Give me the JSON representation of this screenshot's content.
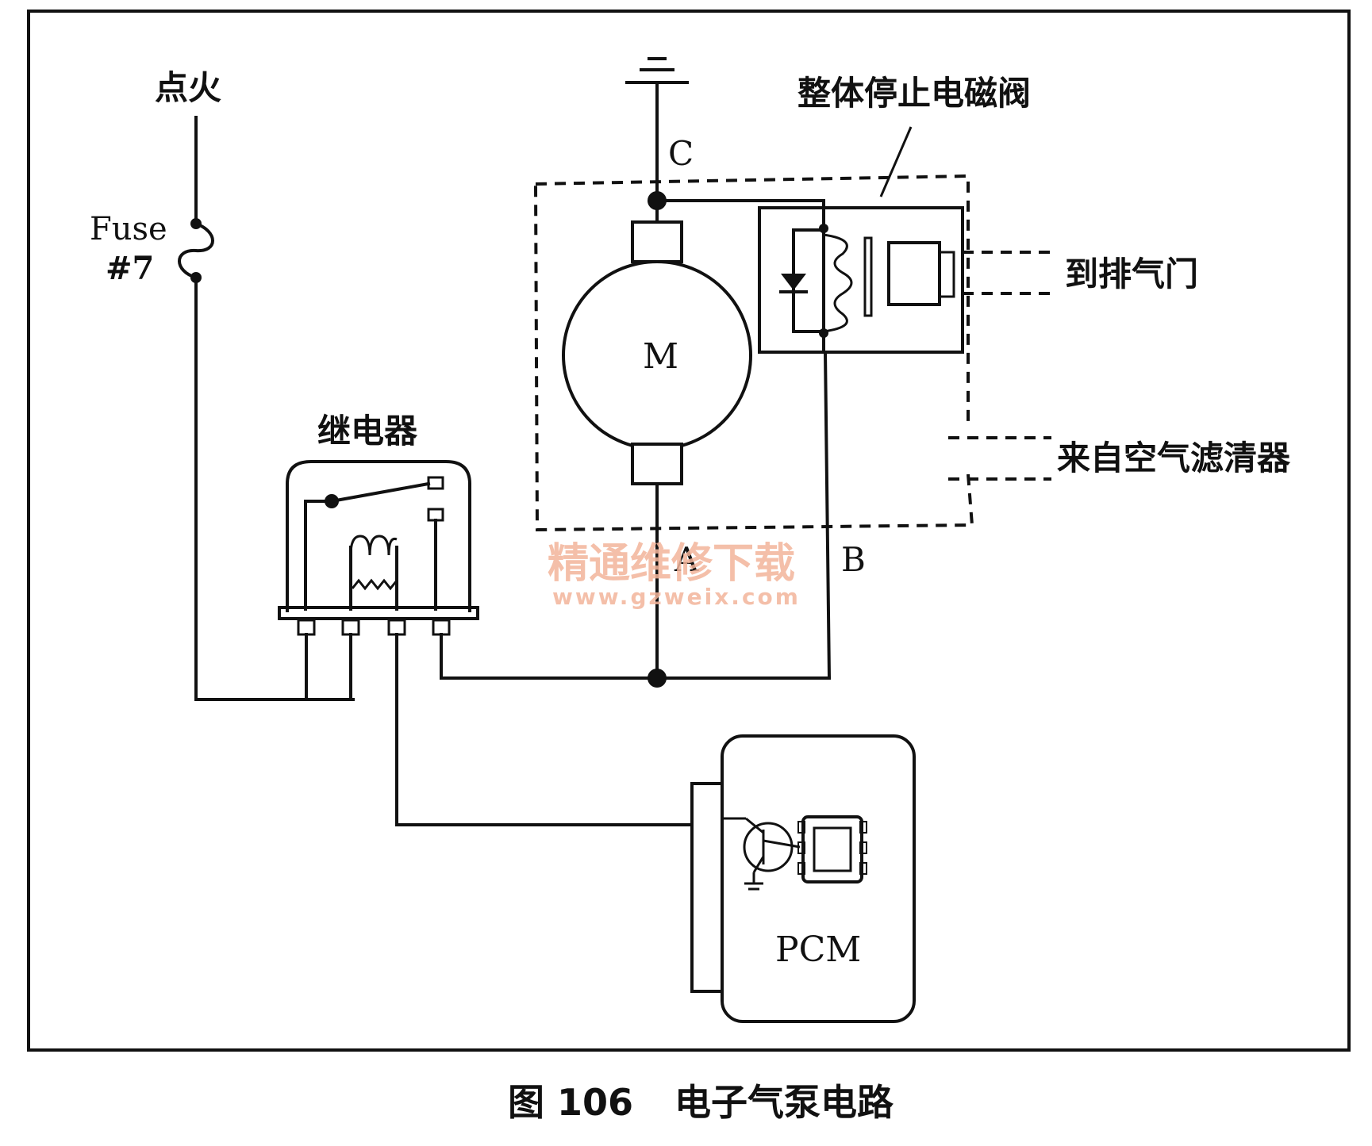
{
  "labels": {
    "ignition": "点火",
    "fuse_name": "Fuse",
    "fuse_number": "#7",
    "relay": "继电器",
    "solenoid": "整体停止电磁阀",
    "to_exhaust_valve": "到排气门",
    "from_air_filter": "来自空气滤清器",
    "terminal_a": "A",
    "terminal_b": "B",
    "terminal_c": "C",
    "motor": "M",
    "pcm": "PCM"
  },
  "watermark": {
    "text_cn": "精通维修下载",
    "text_url": "www.gzweix.com",
    "color": "#f3b59b"
  },
  "caption": {
    "number": "图 106",
    "title": "电子气泵电路"
  }
}
